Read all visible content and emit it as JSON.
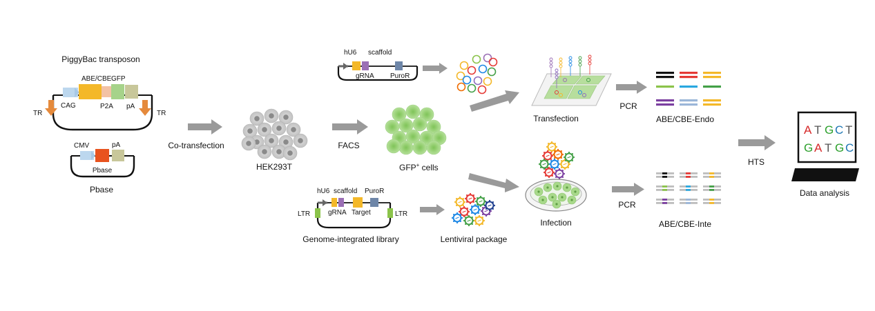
{
  "piggybac": {
    "title": "PiggyBac transposon",
    "abe_cbe": "ABE/CBE",
    "gfp": "GFP",
    "cag": "CAG",
    "p2a": "P2A",
    "pa": "pA",
    "tr_left": "TR",
    "tr_right": "TR"
  },
  "pbase": {
    "cmv": "CMV",
    "pa": "pA",
    "inner": "Pbase",
    "caption": "Pbase"
  },
  "steps": {
    "cotransfection": "Co-transfection",
    "hek": "HEK293T",
    "facs": "FACS",
    "gfp_cells": "GFP",
    "gfp_sup": "+",
    "gfp_suffix": " cells",
    "transfection": "Transfection",
    "infection": "Infection",
    "pcr_top": "PCR",
    "pcr_bottom": "PCR",
    "hts": "HTS",
    "abe_endo": "ABE/CBE-Endo",
    "abe_inte": "ABE/CBE-Inte",
    "data_analysis": "Data analysis",
    "lentiviral": "Lentiviral  package"
  },
  "grna_plasmid": {
    "hu6": "hU6",
    "scaffold": "scaffold",
    "grna": "gRNA",
    "puror": "PuroR"
  },
  "library": {
    "hu6": "hU6",
    "scaffold": "scaffold",
    "puror": "PuroR",
    "grna": "gRNA",
    "target": "Target",
    "ltr_left": "LTR",
    "ltr_right": "LTR",
    "caption": "Genome-integrated library"
  },
  "monitor": {
    "row1": [
      "A",
      "T",
      "G",
      "C",
      "T"
    ],
    "row2": [
      "G",
      "A",
      "T",
      "G",
      "C"
    ],
    "colors": {
      "A": "#d62728",
      "T": "#555555",
      "G": "#2ca02c",
      "C": "#1f77b4"
    }
  },
  "colors": {
    "arrow": "#9a9a9a",
    "cell_gray": "#c8c8c8",
    "cell_green": "#9bd37a",
    "orange": "#e58a3c",
    "abe": "#f4b829",
    "p2a": "#f3c2a4",
    "gfp": "#a6d38a",
    "pa": "#c8c79a",
    "cag": "#bcd7ee",
    "purple": "#9b6fb5",
    "slate": "#6e86a8",
    "pbase": "#e8531f"
  }
}
